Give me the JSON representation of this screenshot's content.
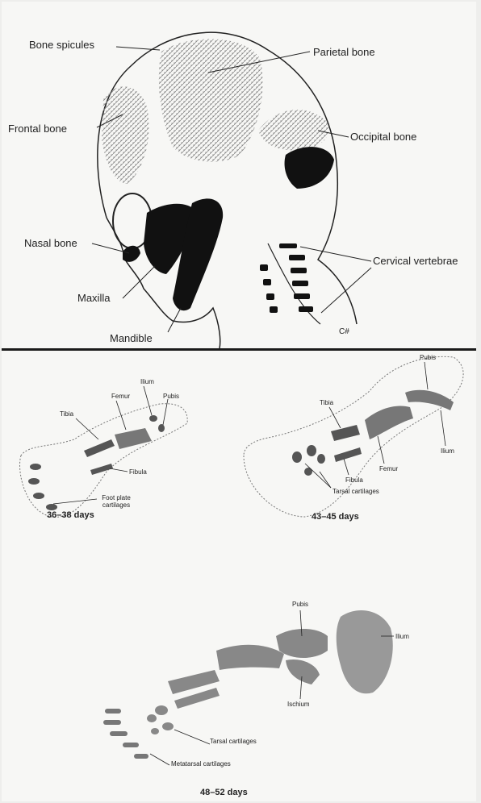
{
  "skull": {
    "labels": {
      "bone_spicules": "Bone spicules",
      "parietal_bone": "Parietal bone",
      "frontal_bone": "Frontal bone",
      "occipital_bone": "Occipital bone",
      "nasal_bone": "Nasal bone",
      "maxilla": "Maxilla",
      "mandible": "Mandible",
      "cervical_vertebrae": "Cervical vertebrae",
      "corner_mark": "C#"
    }
  },
  "limbs": {
    "stage1": {
      "caption": "36–38 days",
      "labels": {
        "ilium": "Ilium",
        "femur": "Femur",
        "pubis": "Pubis",
        "tibia": "Tibia",
        "fibula": "Fibula",
        "foot_plate": "Foot plate cartilages"
      }
    },
    "stage2": {
      "caption": "43–45 days",
      "labels": {
        "pubis": "Pubis",
        "tibia": "Tibia",
        "ilium": "Ilium",
        "femur": "Femur",
        "fibula": "Fibula",
        "tarsal": "Tarsal cartilages"
      }
    },
    "stage3": {
      "caption": "48–52 days",
      "labels": {
        "pubis": "Pubis",
        "ilium": "Ilium",
        "ischium": "Ischium",
        "tarsal": "Tarsal cartilages",
        "metatarsal": "Metatarsal cartilages"
      }
    }
  }
}
